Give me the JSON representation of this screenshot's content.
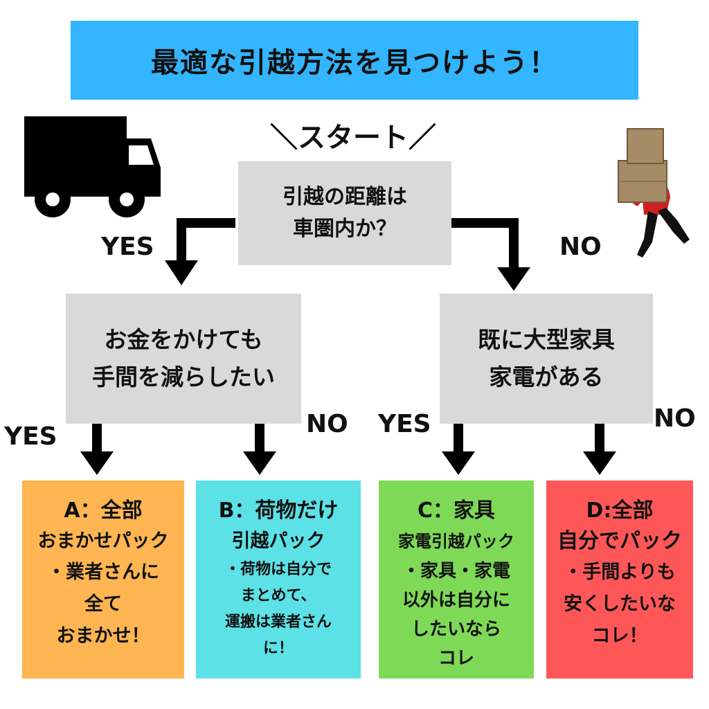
{
  "colors": {
    "title_bg": "#33b5ff",
    "question_bg": "#d9d9d9",
    "result_a": "#ffb551",
    "result_b": "#5ce1e6",
    "result_c": "#7ed957",
    "result_d": "#ff5757",
    "arrow": "#000000"
  },
  "title": "最適な引越方法を見つけよう！",
  "start_label": "＼スタート／",
  "questions": {
    "q1": {
      "lines": [
        "引越の距離は",
        "車圏内か？"
      ]
    },
    "q2": {
      "lines": [
        "お金をかけても",
        "手間を減らしたい"
      ]
    },
    "q3": {
      "lines": [
        "既に大型家具",
        "家電がある"
      ]
    }
  },
  "branches": {
    "q1_yes": "YES",
    "q1_no": "NO",
    "q2_yes": "YES",
    "q2_no": "NO",
    "q3_yes": "YES",
    "q3_no": "NO"
  },
  "results": {
    "a": {
      "title": "A：全部",
      "subtitle": "おまかせパック",
      "body": [
        "・業者さんに",
        "全て",
        "おまかせ！"
      ]
    },
    "b": {
      "title": "B：荷物だけ",
      "subtitle": "引越パック",
      "body": [
        "・荷物は自分で",
        "まとめて、",
        "運搬は業者さん",
        "に！"
      ]
    },
    "c": {
      "title": "C：家具",
      "subtitle": "家電引越パック",
      "body": [
        "・家具・家電",
        "以外は自分に",
        "したいなら",
        "コレ"
      ]
    },
    "d": {
      "title": "D:全部",
      "subtitle": "自分でパック",
      "body": [
        "・手間よりも",
        "安くしたいな",
        "コレ！"
      ]
    }
  },
  "illustrations": {
    "left": "truck-icon",
    "right": "person-carrying-boxes"
  }
}
